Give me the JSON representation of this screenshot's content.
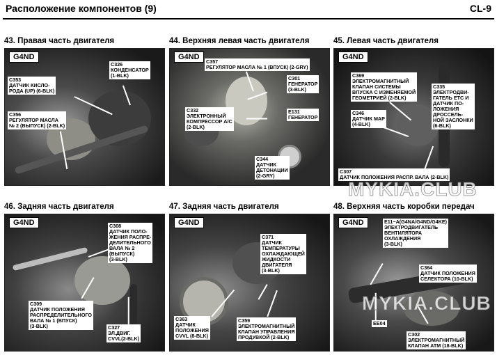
{
  "page": {
    "title": "Расположение компонентов (9)",
    "code": "CL-9"
  },
  "panels": [
    {
      "title": "43. Правая часть двигателя",
      "engine": "G4ND",
      "callouts": [
        {
          "code": "C353",
          "text": "ДАТЧИК КИСЛО-\nРОДА (UP) (6-BLK)"
        },
        {
          "code": "C326",
          "text": "КОНДЕНСАТОР\n(1-BLK)"
        },
        {
          "code": "C356",
          "text": "РЕГУЛЯТОР МАСЛА\n№ 2 (ВЫПУСК) (2-BLK)"
        }
      ]
    },
    {
      "title": "44. Верхняя левая часть двигателя",
      "engine": "G4ND",
      "callouts": [
        {
          "code": "C357",
          "text": "РЕГУЛЯТОР МАСЛА № 1 (ВПУСК) (2-GRY)"
        },
        {
          "code": "C301",
          "text": "ГЕНЕРАТОР\n(3-BLK)"
        },
        {
          "code": "C332",
          "text": "ЭЛЕКТРОННЫЙ\nКОМПРЕССОР А/С\n(2-BLK)"
        },
        {
          "code": "E131",
          "text": "ГЕНЕРАТОР"
        },
        {
          "code": "C344",
          "text": "ДАТЧИК\nДЕТОНАЦИИ\n(2-GRY)"
        }
      ]
    },
    {
      "title": "45. Левая часть двигателя",
      "engine": "G4ND",
      "callouts": [
        {
          "code": "C369",
          "text": "ЭЛЕКТРОМАГНИТНЫЙ\nКЛАПАН СИСТЕМЫ\nВПУСКА С ИЗМЕНЯЕМОЙ\nГЕОМЕТРИЕЙ (2-BLK)"
        },
        {
          "code": "C335",
          "text": "ЭЛЕКТРОДВИ-\nГАТЕЛЬ ETC И\nДАТЧИК ПО-\nЛОЖЕНИЯ\nДРОССЕЛЬ-\nНОЙ ЗАСЛОНКИ\n(6-BLK)"
        },
        {
          "code": "C346",
          "text": "ДАТЧИК MAP\n(4-BLK)"
        },
        {
          "code": "C307",
          "text": "ДАТЧИК ПОЛОЖЕНИЯ РАСПР. ВАЛА (2-BLK)"
        }
      ]
    },
    {
      "title": "46. Задняя часть двигателя",
      "engine": "G4ND",
      "callouts": [
        {
          "code": "C308",
          "text": "ДАТЧИК ПОЛО-\nЖЕНИЯ РАСПРЕ-\nДЕЛИТЕЛЬНОГО\nВАЛА № 2\n(ВЫПУСК)\n(3-BLK)"
        },
        {
          "code": "C309",
          "text": "ДАТЧИК ПОЛОЖЕНИЯ\nРАСПРЕДЕЛИТЕЛЬНОГО\nВАЛА № 1 (ВПУСК)\n(3-BLK)"
        },
        {
          "code": "C327",
          "text": "ЭЛ.ДВИГ.\nCVVL(2-BLK)"
        }
      ]
    },
    {
      "title": "47. Задняя часть двигателя",
      "engine": "G4ND",
      "callouts": [
        {
          "code": "C371",
          "text": "ДАТЧИК\nТЕМПЕРАТУРЫ\nОХЛАЖДАЮЩЕЙ\nЖИДКОСТИ\nДВИГАТЕЛЯ\n(3-BLK)"
        },
        {
          "code": "C363",
          "text": "ДАТЧИК\nПОЛОЖЕНИЯ\nCVVL (8-BLK)"
        },
        {
          "code": "C359",
          "text": "ЭЛЕКТРОМАГНИТНЫЙ\nКЛАПАН УПРАВЛЕНИЯ\nПРОДУВКОЙ (2-BLK)"
        }
      ]
    },
    {
      "title": "48. Верхняя часть коробки передач",
      "engine": "G4ND",
      "callouts": [
        {
          "code": "E11~A(G4NA/G4ND/G4KE)",
          "text": "ЭЛЕКТРОДВИГАТЕЛЬ\nВЕНТИЛЯТОРА\nОХЛАЖДЕНИЯ\n(3-BLK)"
        },
        {
          "code": "C364",
          "text": "ДАТЧИК ПОЛОЖЕНИЯ\nСЕЛЕКТОРА (10-BLK)"
        },
        {
          "code": "EE04",
          "text": ""
        },
        {
          "code": "C302",
          "text": "ЭЛЕКТРОМАГНИТНЫЙ\nКЛАПАН АТМ (18-BLK)"
        }
      ]
    }
  ],
  "watermarks": [
    "MYKIA.CLUB",
    "MYKIA.CLUB"
  ]
}
